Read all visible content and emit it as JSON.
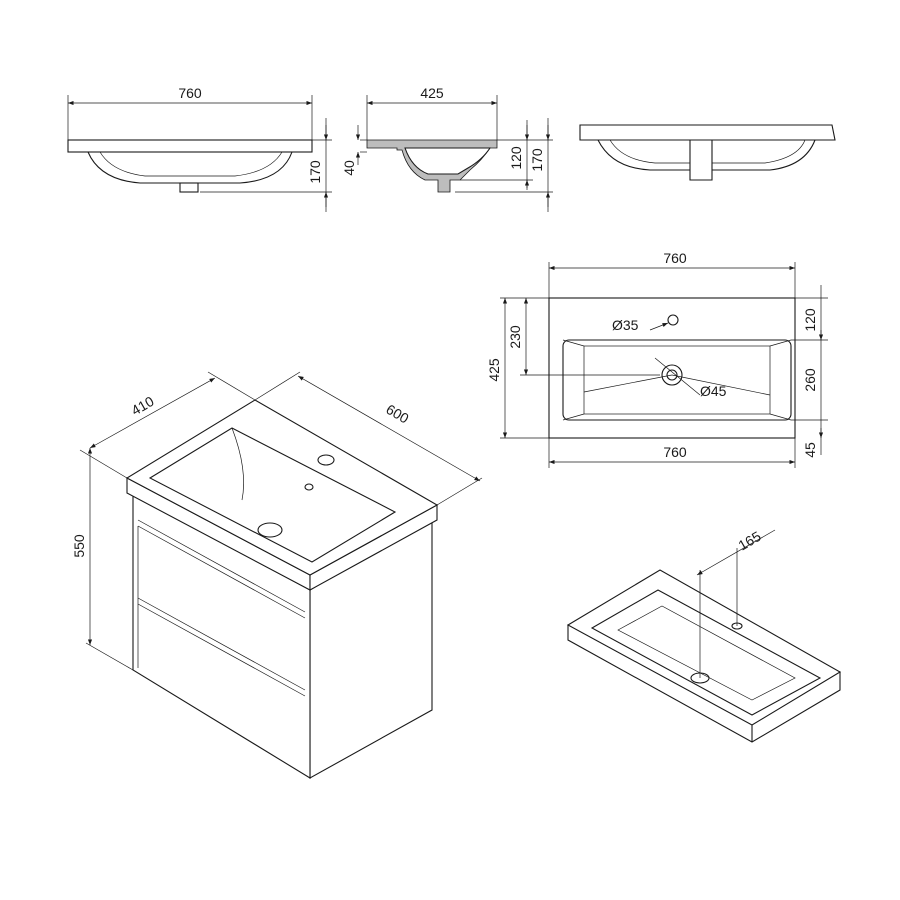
{
  "drawing": {
    "front_view": {
      "width": "760",
      "height": "170"
    },
    "section_view": {
      "depth": "425",
      "rim": "40",
      "bowl": "120",
      "height": "170"
    },
    "top_view": {
      "width_top": "760",
      "width_bottom": "760",
      "depth": "425",
      "tap_offset": "230",
      "rear_margin": "120",
      "bowl_length": "260",
      "front_margin": "45",
      "tap_hole": "Ø35",
      "drain_hole": "Ø45"
    },
    "cabinet_iso": {
      "depth": "410",
      "width": "600",
      "height": "550"
    },
    "basin_iso": {
      "tap_offset": "165"
    }
  }
}
